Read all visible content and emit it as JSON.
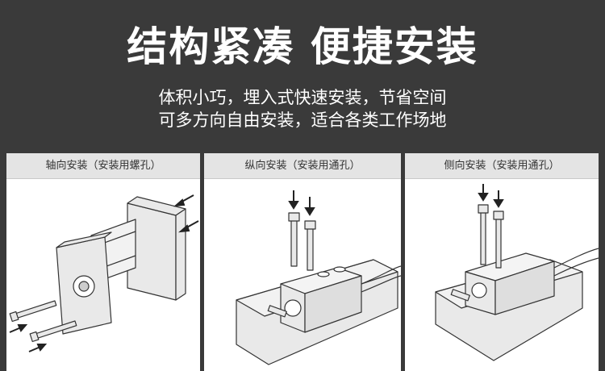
{
  "hero": {
    "title": "结构紧凑  便捷安装",
    "line1": "体积小巧，埋入式快速安装，节省空间",
    "line2": "可多方向自由安装，适合各类工作场地"
  },
  "panels": [
    {
      "label": "轴向安装（安装用螺孔）",
      "illustration": "cylinder-axial-mount"
    },
    {
      "label": "纵向安装（安装用通孔）",
      "illustration": "cylinder-vertical-mount"
    },
    {
      "label": "侧向安装（安装用通孔）",
      "illustration": "cylinder-side-mount"
    }
  ],
  "colors": {
    "background": "#3a3a3a",
    "panel_header": "#e4e4e4",
    "drawing_fill": "#e9e9e9",
    "line": "#333333"
  }
}
